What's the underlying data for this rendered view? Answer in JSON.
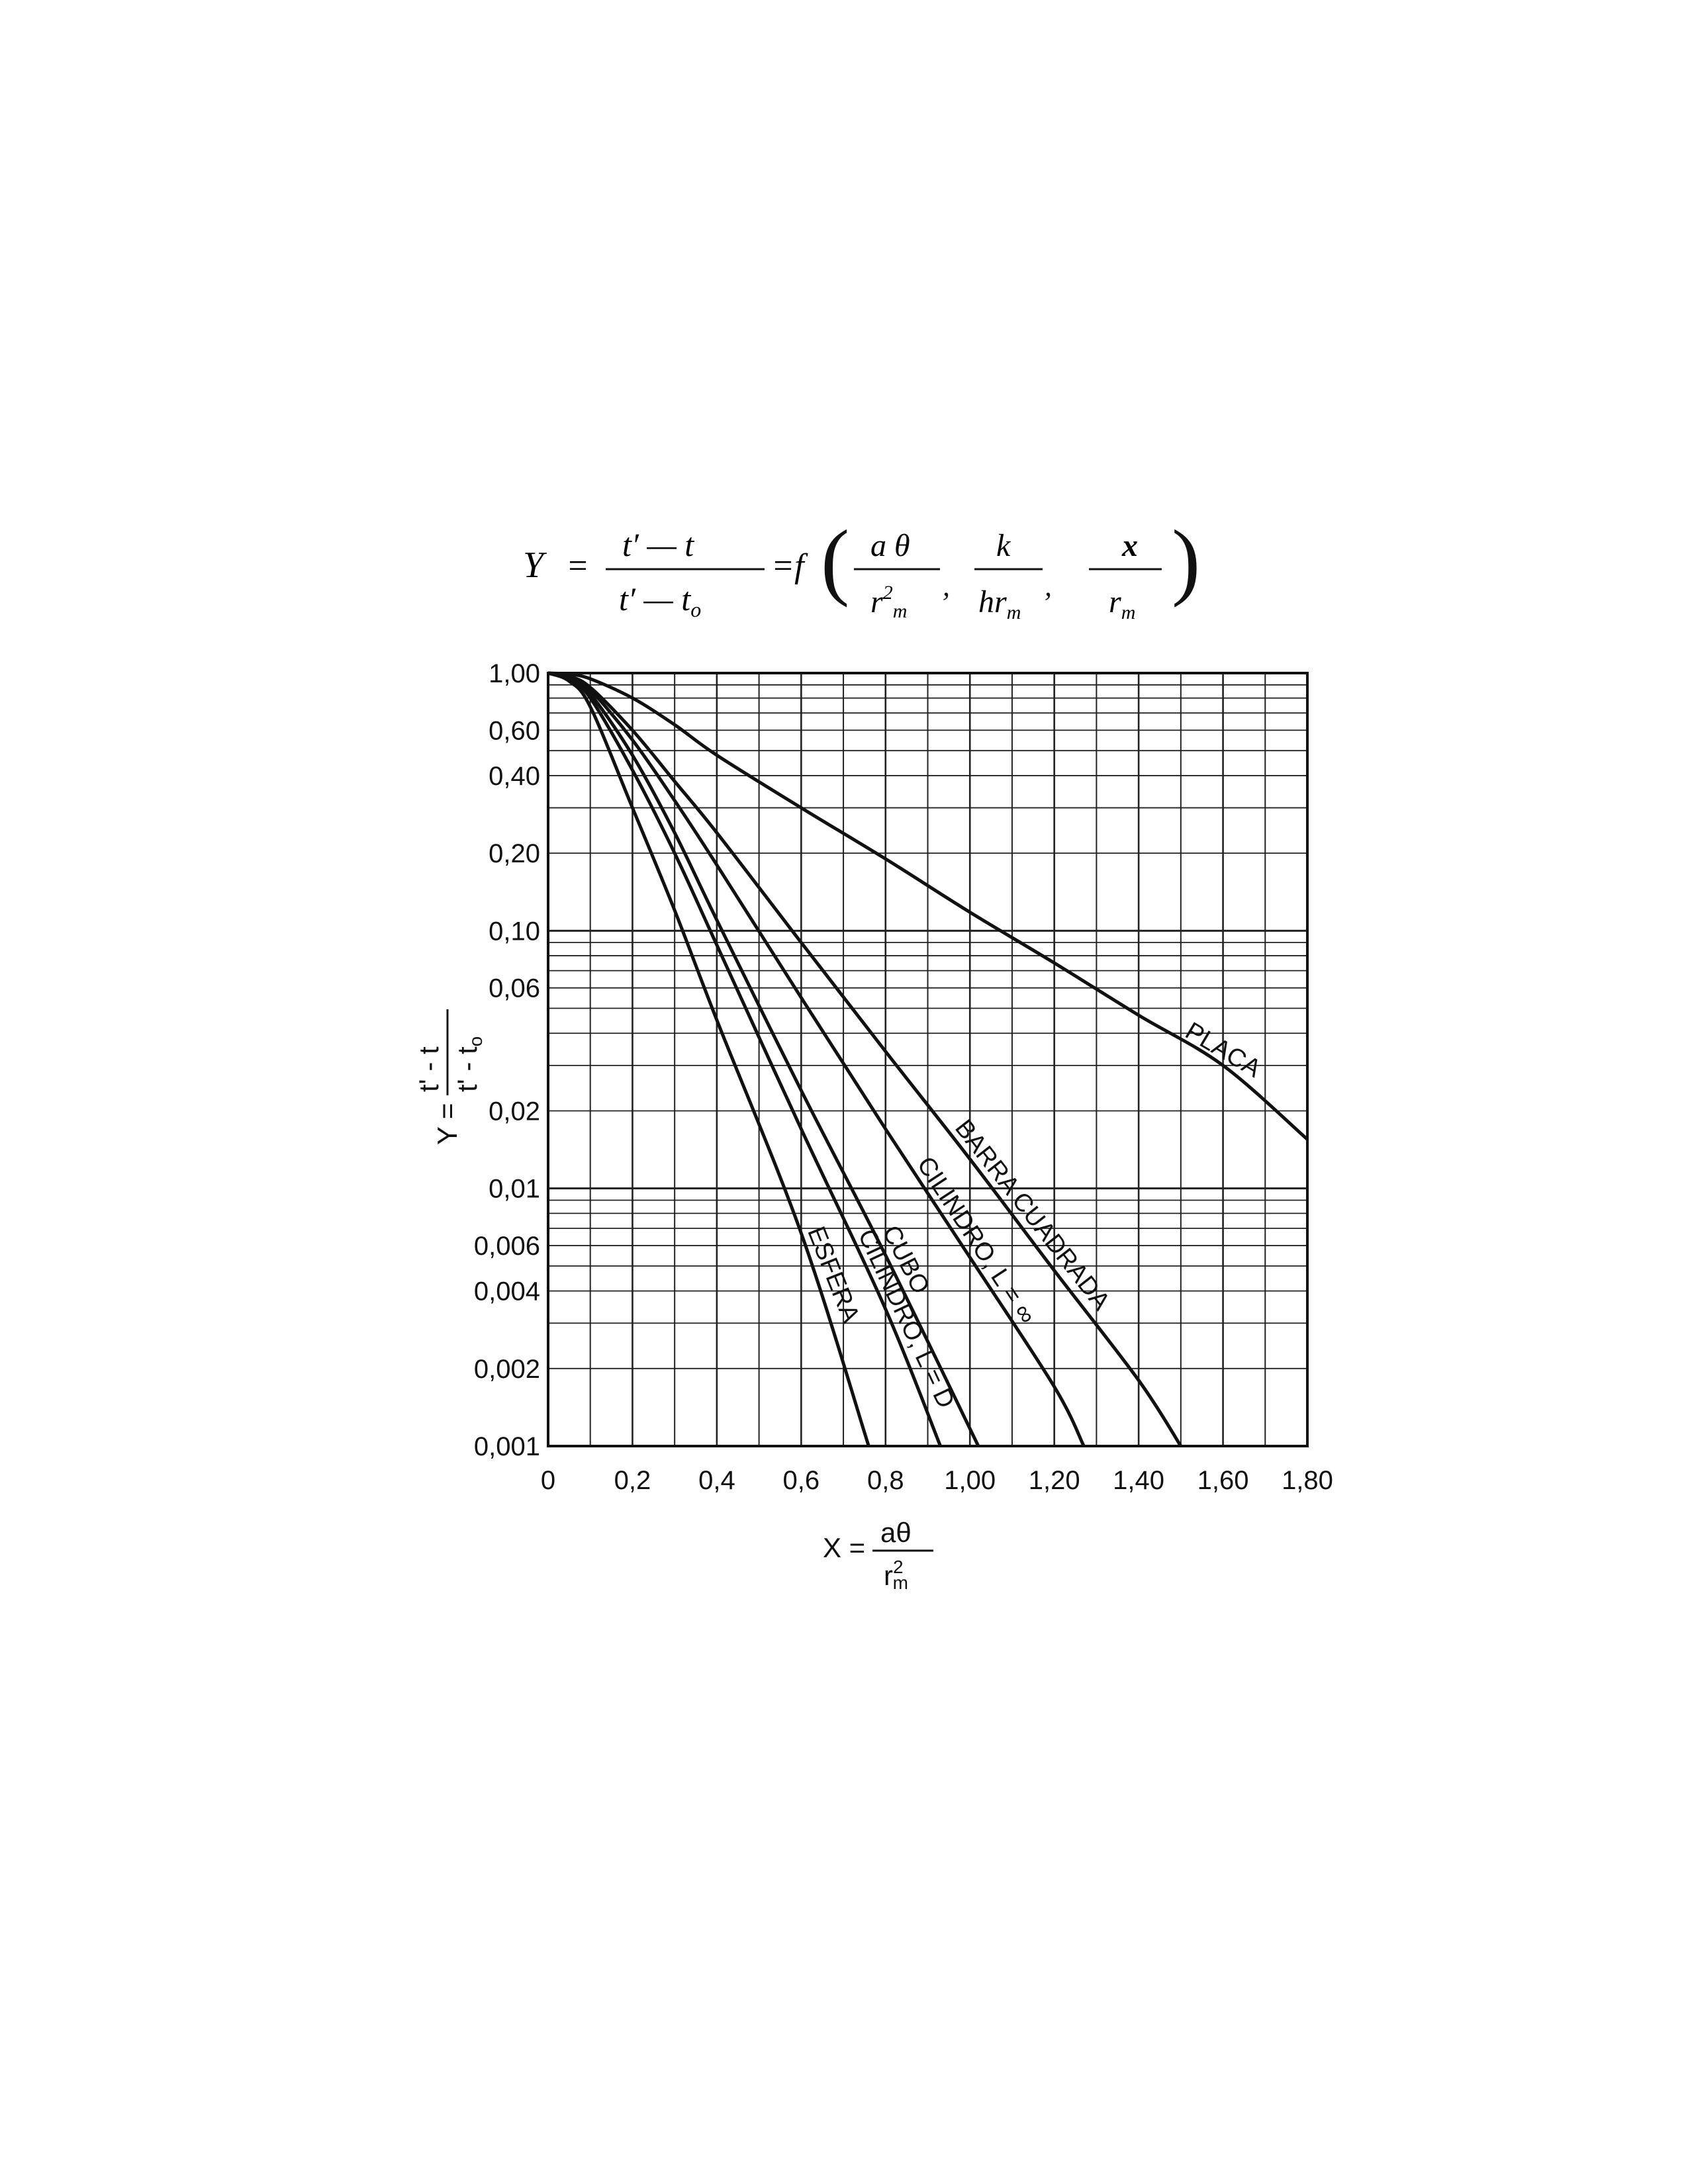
{
  "formula": {
    "lhs": "Y",
    "eq": "=",
    "num1": "t′ — t",
    "den1": "t′ — t",
    "den1_sub": "o",
    "f": "=f",
    "args": [
      {
        "num": "a θ",
        "den": "r",
        "den_sup": "2",
        "den_sub": "m"
      },
      {
        "num": "k",
        "den": "hr",
        "den_sub": "m"
      },
      {
        "num": "x",
        "den": "r",
        "den_sub": "m"
      }
    ]
  },
  "chart_data": {
    "type": "line",
    "y_scale": "log",
    "xlim": [
      0,
      1.8
    ],
    "ylim": [
      0.001,
      1.0
    ],
    "grid": true,
    "x_ticks": [
      0,
      0.2,
      0.4,
      0.6,
      0.8,
      1.0,
      1.2,
      1.4,
      1.6,
      1.8
    ],
    "x_tick_labels": [
      "0",
      "0,2",
      "0,4",
      "0,6",
      "0,8",
      "1,00",
      "1,20",
      "1,40",
      "1,60",
      "1,80"
    ],
    "y_ticks": [
      1.0,
      0.6,
      0.4,
      0.2,
      0.1,
      0.06,
      0.02,
      0.01,
      0.006,
      0.004,
      0.002,
      0.001
    ],
    "y_tick_labels": [
      "1,00",
      "0,60",
      "0,40",
      "0,20",
      "0,10",
      "0,06",
      "0,02",
      "0,01",
      "0,006",
      "0,004",
      "0,002",
      "0,001"
    ],
    "xlabel": {
      "lhs": "X =",
      "num": "aθ",
      "den": "r",
      "den_sup": "2",
      "den_sub": "m"
    },
    "ylabel": {
      "lhs": "Y =",
      "num": "t' - t",
      "den": "t' - t",
      "den_sub": "o"
    },
    "series": [
      {
        "name": "PLACA",
        "x": [
          0,
          0.05,
          0.1,
          0.2,
          0.3,
          0.4,
          0.6,
          0.8,
          1.0,
          1.2,
          1.4,
          1.6,
          1.8
        ],
        "y": [
          1.0,
          0.99,
          0.95,
          0.8,
          0.63,
          0.48,
          0.3,
          0.19,
          0.118,
          0.075,
          0.047,
          0.03,
          0.0155
        ]
      },
      {
        "name": "BARRA CUADRADA",
        "x": [
          0,
          0.05,
          0.1,
          0.2,
          0.3,
          0.4,
          0.6,
          0.8,
          1.0,
          1.2,
          1.4,
          1.5
        ],
        "y": [
          1.0,
          0.97,
          0.88,
          0.6,
          0.38,
          0.24,
          0.09,
          0.034,
          0.013,
          0.0048,
          0.0018,
          0.001
        ]
      },
      {
        "name": "CILINDRO, L = ∞",
        "x": [
          0,
          0.05,
          0.1,
          0.2,
          0.3,
          0.4,
          0.6,
          0.8,
          1.0,
          1.2,
          1.27
        ],
        "y": [
          1.0,
          0.97,
          0.86,
          0.55,
          0.32,
          0.18,
          0.055,
          0.017,
          0.0054,
          0.0017,
          0.001
        ]
      },
      {
        "name": "CUBO",
        "x": [
          0,
          0.05,
          0.1,
          0.2,
          0.3,
          0.4,
          0.6,
          0.8,
          1.02
        ],
        "y": [
          1.0,
          0.96,
          0.83,
          0.48,
          0.24,
          0.11,
          0.024,
          0.0055,
          0.001
        ]
      },
      {
        "name": "CILINDRO, L = D",
        "x": [
          0,
          0.05,
          0.1,
          0.2,
          0.3,
          0.4,
          0.6,
          0.8,
          0.93
        ],
        "y": [
          1.0,
          0.95,
          0.8,
          0.42,
          0.2,
          0.088,
          0.017,
          0.0034,
          0.001
        ]
      },
      {
        "name": "ESFERA",
        "x": [
          0,
          0.05,
          0.1,
          0.2,
          0.3,
          0.4,
          0.6,
          0.76
        ],
        "y": [
          1.0,
          0.93,
          0.74,
          0.3,
          0.12,
          0.045,
          0.0067,
          0.001
        ]
      }
    ]
  }
}
